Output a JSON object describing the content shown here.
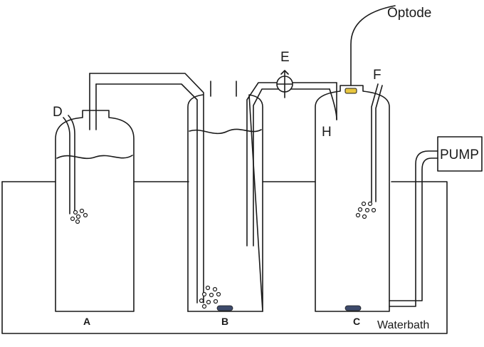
{
  "labels": {
    "vessel_a": "A",
    "vessel_b": "B",
    "vessel_c": "C",
    "tube_d": "D",
    "valve_e": "E",
    "tube_f": "F",
    "tube_h": "H",
    "optode": "Optode",
    "pump": "PUMP",
    "waterbath": "Waterbath"
  },
  "colors": {
    "line": "#1a1a1a",
    "stir_bar": "#3d4a6b",
    "optode_sensor": "#e8c640",
    "background": "#ffffff"
  }
}
